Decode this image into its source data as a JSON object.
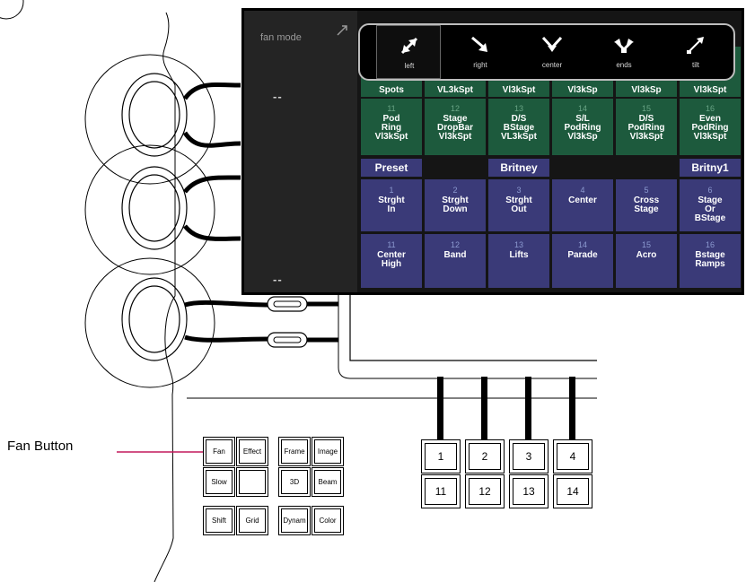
{
  "screen": {
    "side_mode_label": "fan mode",
    "side_value_top": "--",
    "side_value_bottom": "--",
    "fan_popup": {
      "options": [
        {
          "label": "left",
          "icon": "diagonal-arrow-icon",
          "selected": true
        },
        {
          "label": "right",
          "icon": "down-right-arrow-icon",
          "selected": false
        },
        {
          "label": "center",
          "icon": "v-center-icon",
          "selected": false
        },
        {
          "label": "ends",
          "icon": "ends-icon",
          "selected": false
        },
        {
          "label": "tilt",
          "icon": "tilt-arrow-icon",
          "selected": false
        }
      ]
    },
    "partial_row": [
      "Spots",
      "VL3kSpt",
      "Vl3kSpt",
      "Vl3kSp",
      "Vl3kSp",
      "Vl3kSpt"
    ],
    "position_row": [
      {
        "num": "11",
        "lines": [
          "Pod",
          "Ring",
          "Vl3kSpt"
        ]
      },
      {
        "num": "12",
        "lines": [
          "Stage",
          "DropBar",
          "Vl3kSpt"
        ]
      },
      {
        "num": "13",
        "lines": [
          "D/S",
          "BStage",
          "VL3kSpt"
        ]
      },
      {
        "num": "14",
        "lines": [
          "S/L",
          "PodRing",
          "Vl3kSp"
        ]
      },
      {
        "num": "15",
        "lines": [
          "D/S",
          "PodRing",
          "Vl3kSpt"
        ]
      },
      {
        "num": "16",
        "lines": [
          "Even",
          "PodRing",
          "Vl3kSpt"
        ]
      }
    ],
    "headers": [
      "Preset",
      "",
      "Britney",
      "",
      "",
      "Britny1"
    ],
    "preset_row1": [
      {
        "num": "1",
        "lines": [
          "Strght",
          "In"
        ]
      },
      {
        "num": "2",
        "lines": [
          "Strght",
          "Down"
        ]
      },
      {
        "num": "3",
        "lines": [
          "Strght",
          "Out"
        ]
      },
      {
        "num": "4",
        "lines": [
          "Center"
        ]
      },
      {
        "num": "5",
        "lines": [
          "Cross",
          "Stage"
        ]
      },
      {
        "num": "6",
        "lines": [
          "Stage",
          "Or",
          "BStage"
        ]
      }
    ],
    "preset_row2": [
      {
        "num": "11",
        "lines": [
          "Center",
          "High"
        ]
      },
      {
        "num": "12",
        "lines": [
          "Band"
        ]
      },
      {
        "num": "13",
        "lines": [
          "Lifts"
        ]
      },
      {
        "num": "14",
        "lines": [
          "Parade"
        ]
      },
      {
        "num": "15",
        "lines": [
          "Acro"
        ]
      },
      {
        "num": "16",
        "lines": [
          "Bstage",
          "Ramps"
        ]
      }
    ]
  },
  "keypad": {
    "group1": [
      [
        "Fan",
        "Effect"
      ],
      [
        "Slow",
        ""
      ],
      [
        "Shift",
        "Grid"
      ]
    ],
    "group2": [
      [
        "Frame",
        "Image"
      ],
      [
        "3D",
        "Beam"
      ],
      [
        "Dynam",
        "Color"
      ]
    ]
  },
  "faders": {
    "top_row": [
      "1",
      "2",
      "3",
      "4"
    ],
    "bottom_row": [
      "11",
      "12",
      "13",
      "14"
    ]
  },
  "callout": {
    "label": "Fan Button",
    "color": "#c2185b"
  }
}
